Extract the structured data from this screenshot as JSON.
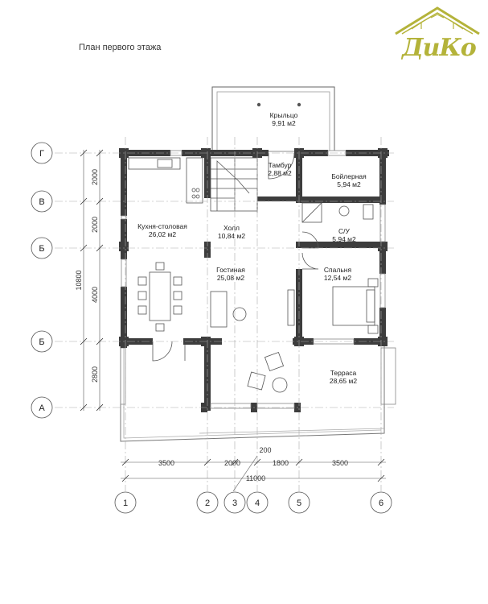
{
  "title": "План первого этажа",
  "logo": {
    "text": "ДиКо"
  },
  "axes_rows": [
    {
      "label": "Г"
    },
    {
      "label": "В"
    },
    {
      "label": "Б"
    },
    {
      "label": "Б"
    },
    {
      "label": "А"
    }
  ],
  "axes_cols": [
    {
      "label": "1"
    },
    {
      "label": "2"
    },
    {
      "label": "3"
    },
    {
      "label": "4"
    },
    {
      "label": "5"
    },
    {
      "label": "6"
    }
  ],
  "vertical_dims": [
    "2000",
    "2000",
    "4000",
    "2800"
  ],
  "vertical_total": "10800",
  "horizontal_dims": [
    "3500",
    "2000",
    "200",
    "1800",
    "3500"
  ],
  "horizontal_total": "11000",
  "rooms": [
    {
      "name": "Крыльцо",
      "area": "9,91 м2"
    },
    {
      "name": "Тамбур",
      "area": "2,88 м2"
    },
    {
      "name": "Бойлерная",
      "area": "5,94 м2"
    },
    {
      "name": "Кухня-столовая",
      "area": "26,02 м2"
    },
    {
      "name": "Холл",
      "area": "10,84 м2"
    },
    {
      "name": "С/У",
      "area": "5,94 м2"
    },
    {
      "name": "Гостиная",
      "area": "25,08 м2"
    },
    {
      "name": "Спальня",
      "area": "12,54 м2"
    },
    {
      "name": "Терраса",
      "area": "28,65 м2"
    }
  ]
}
